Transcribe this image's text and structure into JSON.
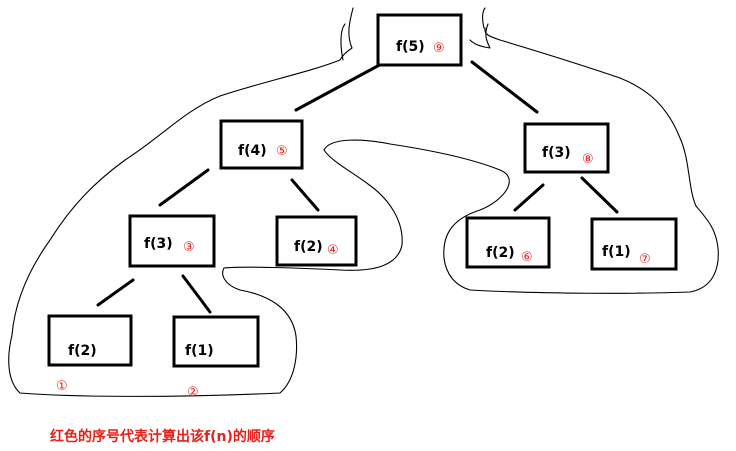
{
  "accent_color": "#e8201a",
  "line_color": "#000000",
  "caption": "红色的序号代表计算出该f(n)的顺序",
  "nodes": [
    {
      "id": "n5",
      "label": "f(5)",
      "order": "⑨"
    },
    {
      "id": "n4",
      "label": "f(4)",
      "order": "⑤"
    },
    {
      "id": "n3r",
      "label": "f(3)",
      "order": "⑧"
    },
    {
      "id": "n3l",
      "label": "f(3)",
      "order": "③"
    },
    {
      "id": "n2a",
      "label": "f(2)",
      "order": "④"
    },
    {
      "id": "n2b",
      "label": "f(2)",
      "order": "⑥"
    },
    {
      "id": "n1a",
      "label": "f(1)",
      "order": "⑦"
    },
    {
      "id": "n2c",
      "label": "f(2)",
      "order": "①"
    },
    {
      "id": "n1b",
      "label": "f(1)",
      "order": "②"
    }
  ],
  "edges": [
    [
      "n5",
      "n4"
    ],
    [
      "n5",
      "n3r"
    ],
    [
      "n4",
      "n3l"
    ],
    [
      "n4",
      "n2a"
    ],
    [
      "n3r",
      "n2b"
    ],
    [
      "n3r",
      "n1a"
    ],
    [
      "n3l",
      "n2c"
    ],
    [
      "n3l",
      "n1b"
    ]
  ]
}
